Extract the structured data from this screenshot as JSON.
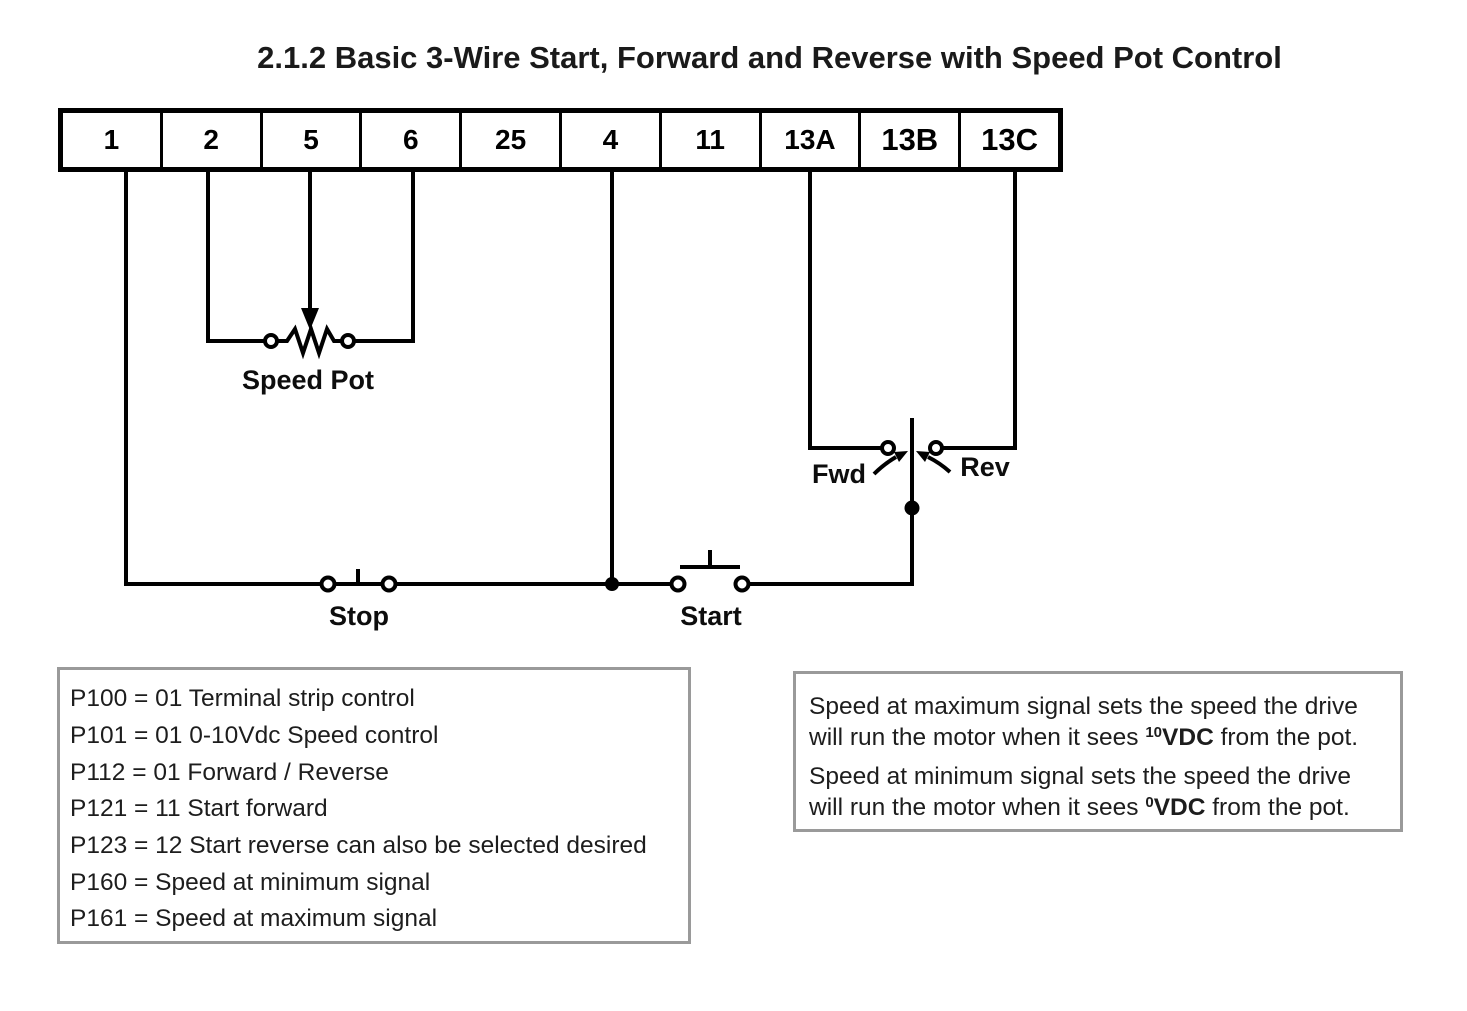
{
  "title": "2.1.2 Basic 3-Wire Start, Forward and Reverse with Speed Pot Control",
  "terminal_strip": {
    "cells": [
      {
        "label": "1"
      },
      {
        "label": "2"
      },
      {
        "label": "5"
      },
      {
        "label": "6"
      },
      {
        "label": "25"
      },
      {
        "label": "4"
      },
      {
        "label": "11"
      },
      {
        "label": "13A"
      },
      {
        "label": "13B"
      },
      {
        "label": "13C"
      }
    ]
  },
  "diagram_labels": {
    "speed_pot": "Speed Pot",
    "fwd": "Fwd",
    "rev": "Rev",
    "stop": "Stop",
    "start": "Start"
  },
  "parameters_box": {
    "lines": [
      "P100 = 01 Terminal strip control",
      "P101 = 01 0-10Vdc Speed control",
      "P112 = 01 Forward / Reverse",
      "P121 = 11 Start forward",
      "P123 = 12 Start reverse can also be selected desired",
      "P160 = Speed at minimum signal",
      "P161 = Speed at maximum signal"
    ]
  },
  "notes_box": {
    "para1": {
      "text1": "Speed at maximum signal sets the speed the drive will run the motor when it sees ",
      "sup": "10",
      "bold": "VDC",
      "text2": " from the pot."
    },
    "para2": {
      "text1": "Speed at minimum signal sets the speed the drive will run the motor when it sees ",
      "sup": "0",
      "bold": "VDC",
      "text2": " from the pot."
    }
  },
  "colors": {
    "wire": "#000000",
    "box_border": "#9a9a9a",
    "text": "#1d1d1d"
  }
}
